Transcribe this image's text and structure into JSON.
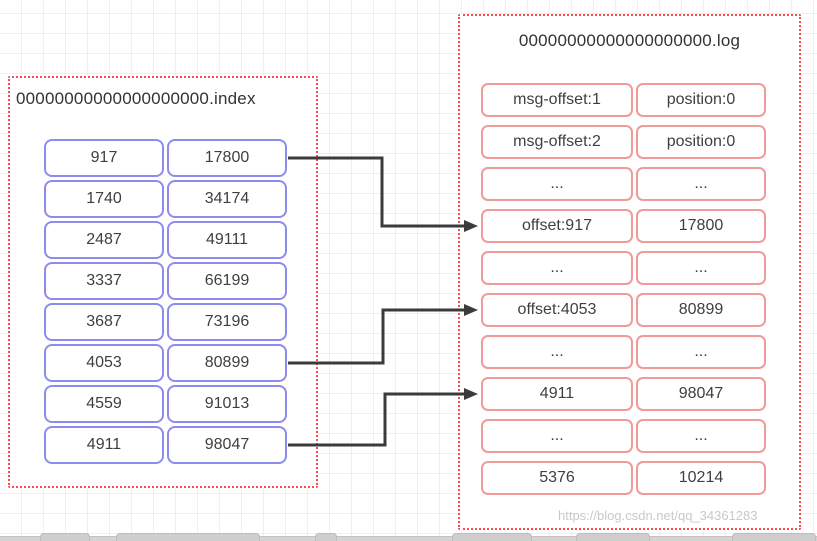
{
  "index_file": {
    "title": "00000000000000000000.index",
    "rows": [
      {
        "offset": "917",
        "position": "17800"
      },
      {
        "offset": "1740",
        "position": "34174"
      },
      {
        "offset": "2487",
        "position": "49111"
      },
      {
        "offset": "3337",
        "position": "66199"
      },
      {
        "offset": "3687",
        "position": "73196"
      },
      {
        "offset": "4053",
        "position": "80899"
      },
      {
        "offset": "4559",
        "position": "91013"
      },
      {
        "offset": "4911",
        "position": "98047"
      }
    ]
  },
  "log_file": {
    "title": "00000000000000000000.log",
    "rows": [
      {
        "left": "msg-offset:1",
        "right": "position:0"
      },
      {
        "left": "msg-offset:2",
        "right": "position:0"
      },
      {
        "left": "...",
        "right": "..."
      },
      {
        "left": "offset:917",
        "right": "17800"
      },
      {
        "left": "...",
        "right": "..."
      },
      {
        "left": "offset:4053",
        "right": "80899"
      },
      {
        "left": "...",
        "right": "..."
      },
      {
        "left": "4911",
        "right": "98047"
      },
      {
        "left": "...",
        "right": "..."
      },
      {
        "left": "5376",
        "right": "10214"
      }
    ]
  },
  "arrows": [
    {
      "from": "index row 917 | 17800",
      "to": "log row offset:917 | 17800"
    },
    {
      "from": "index row 4053 | 80899",
      "to": "log row offset:4053 | 80899"
    },
    {
      "from": "index row 4911 | 98047",
      "to": "log row 4911 | 98047"
    }
  ],
  "watermark": "https://blog.csdn.net/qq_34361283",
  "colors": {
    "dotted_box_border": "#fb4b4b",
    "index_cell_border": "#8c8cee",
    "log_cell_border": "#f09a9a",
    "arrow": "#3b3b3b",
    "cell_text": "#3f3f3f",
    "watermark_text": "#c9c9c9"
  }
}
